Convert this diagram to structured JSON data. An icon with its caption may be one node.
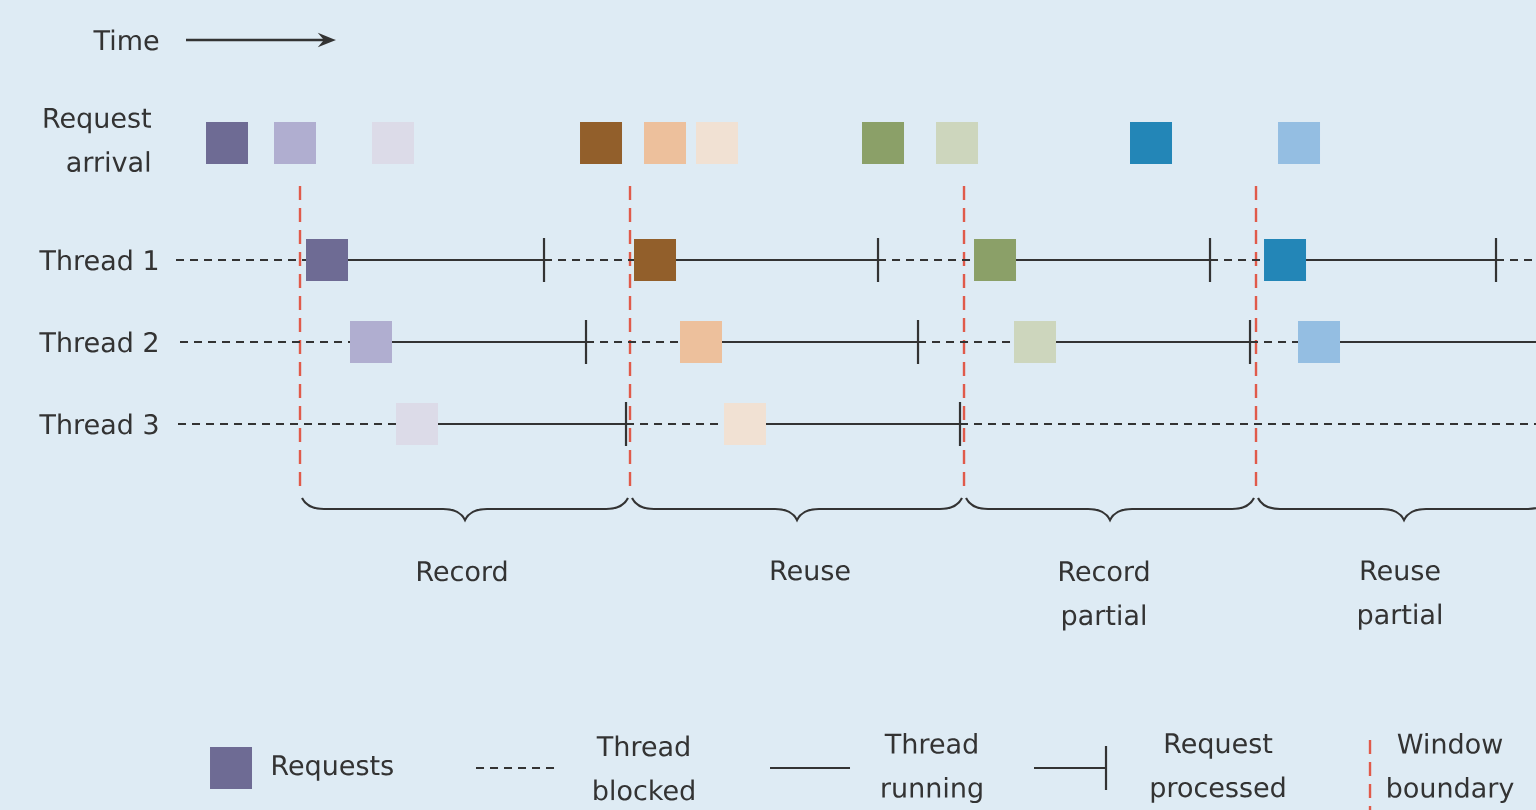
{
  "diagram": {
    "labels": [
      "Time",
      "Request arrival",
      "Thread 1",
      "Thread 2",
      "Thread 3",
      "Record",
      "Reuse",
      "Record partial",
      "Reuse partial"
    ],
    "legend": [
      {
        "text": "Requests",
        "color": "#6e6b94"
      },
      {
        "text": "Thread blocked"
      },
      {
        "text": "Thread running"
      },
      {
        "text": "Request processed"
      },
      {
        "text": "Window boundary"
      }
    ]
  }
}
